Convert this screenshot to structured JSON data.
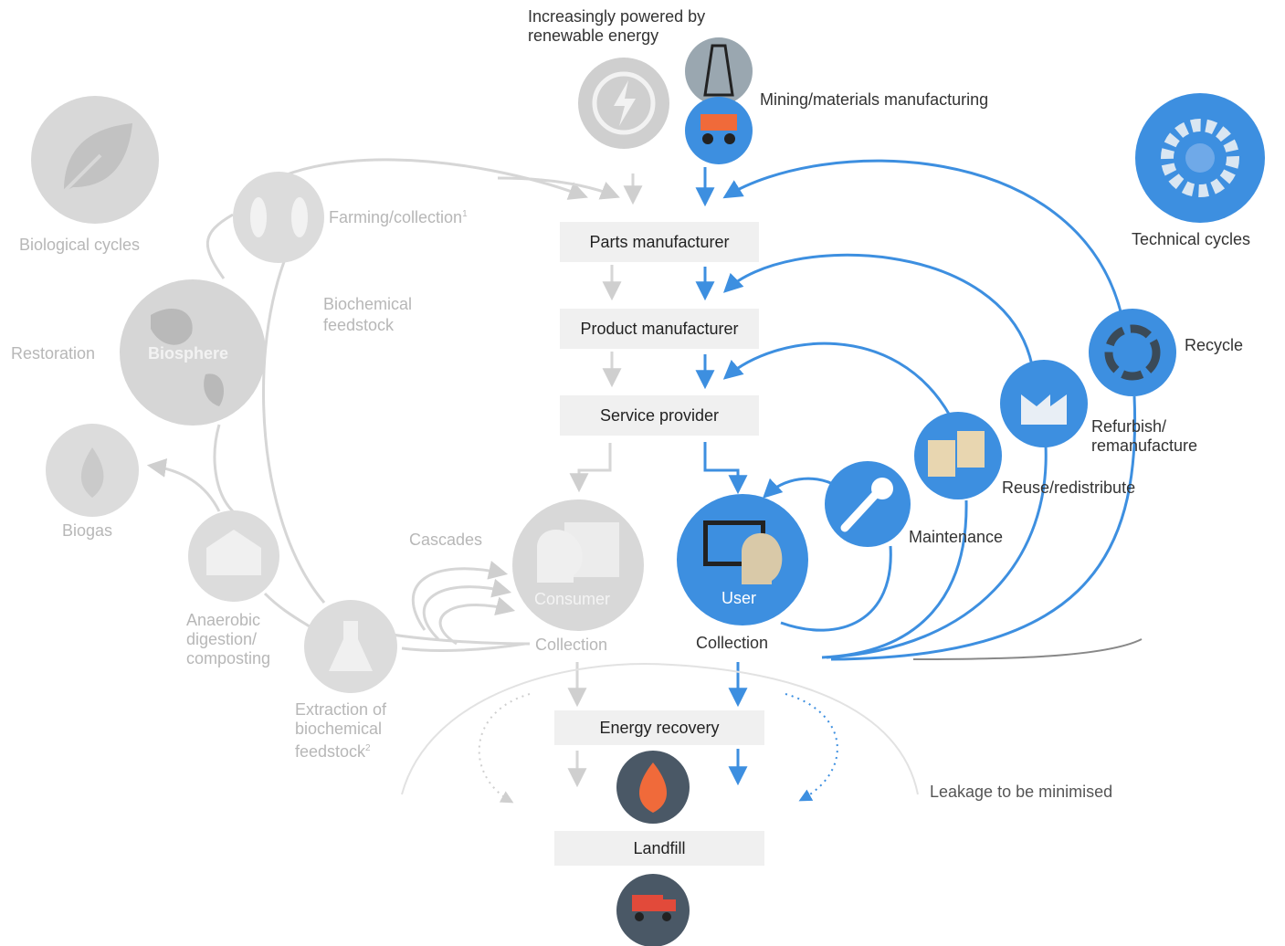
{
  "energy_note": "Increasingly powered by renewable energy",
  "mining_label": "Mining/materials manufacturing",
  "stages": {
    "parts": "Parts manufacturer",
    "product": "Product manufacturer",
    "service": "Service provider",
    "energy_recovery": "Energy recovery",
    "landfill": "Landfill"
  },
  "biological": {
    "title": "Biological cycles",
    "farming": "Farming/collection",
    "farming_sup": "1",
    "biochemical_feedstock": "Biochemical feedstock",
    "restoration": "Restoration",
    "biosphere": "Biosphere",
    "biogas": "Biogas",
    "anaerobic": "Anaerobic digestion/ composting",
    "extraction": "Extraction of biochemical feedstock",
    "extraction_sup": "2",
    "cascades": "Cascades",
    "consumer": "Consumer",
    "collection": "Collection"
  },
  "technical": {
    "title": "Technical cycles",
    "recycle": "Recycle",
    "refurbish": "Refurbish/ remanufacture",
    "reuse": "Reuse/redistribute",
    "maintenance": "Maintenance",
    "user": "User",
    "collection": "Collection"
  },
  "leakage": "Leakage to be minimised",
  "colors": {
    "blue": "#3d8fe0",
    "gray": "#d0d0d0",
    "dark_icon": "#4a5866",
    "box": "#f0f0f0"
  }
}
